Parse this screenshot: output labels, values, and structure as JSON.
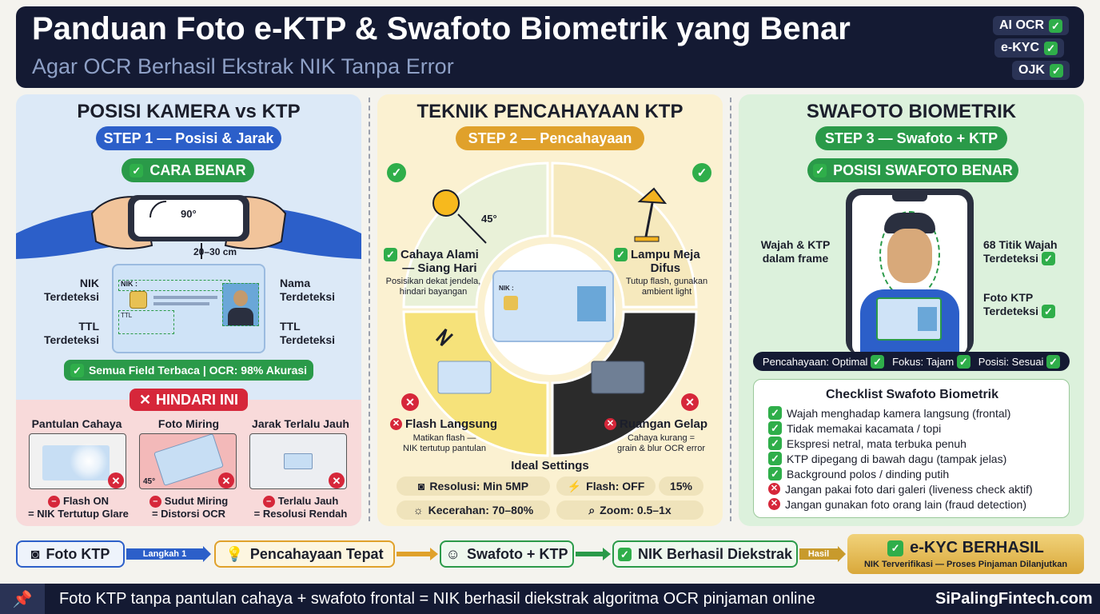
{
  "header": {
    "title": "Panduan Foto e-KTP & Swafoto Biometrik yang Benar",
    "subtitle": "Agar OCR Berhasil Ekstrak NIK Tanpa Error",
    "badges": [
      "AI OCR",
      "e-KYC",
      "OJK"
    ]
  },
  "panel1": {
    "title": "POSISI KAMERA vs KTP",
    "step": "STEP 1 — Posisi & Jarak",
    "correct": "CARA BENAR",
    "angle": "90°",
    "distance": "20–30 cm",
    "card_nik": "NIK :",
    "card_ttl": "TTL",
    "labels": {
      "nik": "NIK\nTerdeteksi",
      "nama": "Nama\nTerdeteksi",
      "ttl_left": "TTL\nTerdeteksi",
      "ttl_right": "TTL\nTerdeteksi"
    },
    "status": "Semua Field Terbaca | OCR: 98% Akurasi",
    "avoid": "HINDARI INI",
    "bad": [
      {
        "title": "Pantulan Cahaya",
        "caption1": "Flash ON",
        "caption2": "= NIK Tertutup Glare"
      },
      {
        "title": "Foto Miring",
        "caption1": "Sudut Miring",
        "caption2": "= Distorsi OCR",
        "angle": "45°"
      },
      {
        "title": "Jarak Terlalu Jauh",
        "caption1": "Terlalu Jauh",
        "caption2": "= Resolusi Rendah"
      }
    ]
  },
  "panel2": {
    "title": "TEKNIK PENCAHAYAAN KTP",
    "step": "STEP 2 — Pencahayaan",
    "angle": "45°",
    "card_nik": "NIK :",
    "q1": {
      "title": "Cahaya Alami\n— Siang Hari",
      "desc": "Posisikan dekat jendela,\nhindari bayangan"
    },
    "q2": {
      "title": "Lampu Meja\nDifus",
      "desc": "Tutup flash, gunakan\nambient light"
    },
    "q3": {
      "title": "Flash Langsung",
      "desc": "Matikan flash —\nNIK tertutup pantulan"
    },
    "q4": {
      "title": "Ruangan Gelap",
      "desc": "Cahaya kurang =\ngrain & blur OCR error"
    },
    "ideal_title": "Ideal Settings",
    "settings": {
      "resolusi": "Resolusi: Min 5MP",
      "flash": "Flash: OFF",
      "pct": "15%",
      "kecerahan": "Kecerahan: 70–80%",
      "zoom": "Zoom: 0.5–1x"
    }
  },
  "panel3": {
    "title": "SWAFOTO BIOMETRIK",
    "step": "STEP 3 — Swafoto + KTP",
    "correct": "POSISI SWAFOTO BENAR",
    "labels": {
      "wajah": "Wajah & KTP\ndalam frame",
      "titik": "68 Titik Wajah\nTerdeteksi",
      "foto": "Foto KTP\nTerdeteksi"
    },
    "status": [
      "Pencahayaan: Optimal",
      "Fokus: Tajam",
      "Posisi: Sesuai"
    ],
    "checklist_title": "Checklist Swafoto Biometrik",
    "checklist": [
      {
        "ok": true,
        "text": "Wajah menghadap kamera langsung (frontal)"
      },
      {
        "ok": true,
        "text": "Tidak memakai kacamata / topi"
      },
      {
        "ok": true,
        "text": "Ekspresi netral, mata terbuka penuh"
      },
      {
        "ok": true,
        "text": "KTP dipegang di bawah dagu (tampak jelas)"
      },
      {
        "ok": true,
        "text": "Background polos / dinding putih"
      },
      {
        "ok": false,
        "text": "Jangan pakai foto dari galeri (liveness check aktif)"
      },
      {
        "ok": false,
        "text": "Jangan gunakan foto orang lain (fraud detection)"
      }
    ]
  },
  "flow": {
    "s1": "Foto KTP",
    "a1": "Langkah 1",
    "s2": "Pencahayaan Tepat",
    "s3": "Swafoto + KTP",
    "s4": "NIK Berhasil Diekstrak",
    "a4": "Hasil",
    "s5_title": "e-KYC BERHASIL",
    "s5_sub": "NIK Terverifikasi — Proses Pinjaman Dilanjutkan"
  },
  "footer": {
    "text": "Foto KTP tanpa pantulan cahaya + swafoto frontal = NIK berhasil diekstrak algoritma OCR pinjaman online",
    "brand": "SiPalingFintech.com"
  },
  "colors": {
    "navy": "#141a33",
    "blue": "#2c5fc9",
    "orange": "#e0a12b",
    "green": "#2a9a49",
    "red": "#d6273a"
  }
}
